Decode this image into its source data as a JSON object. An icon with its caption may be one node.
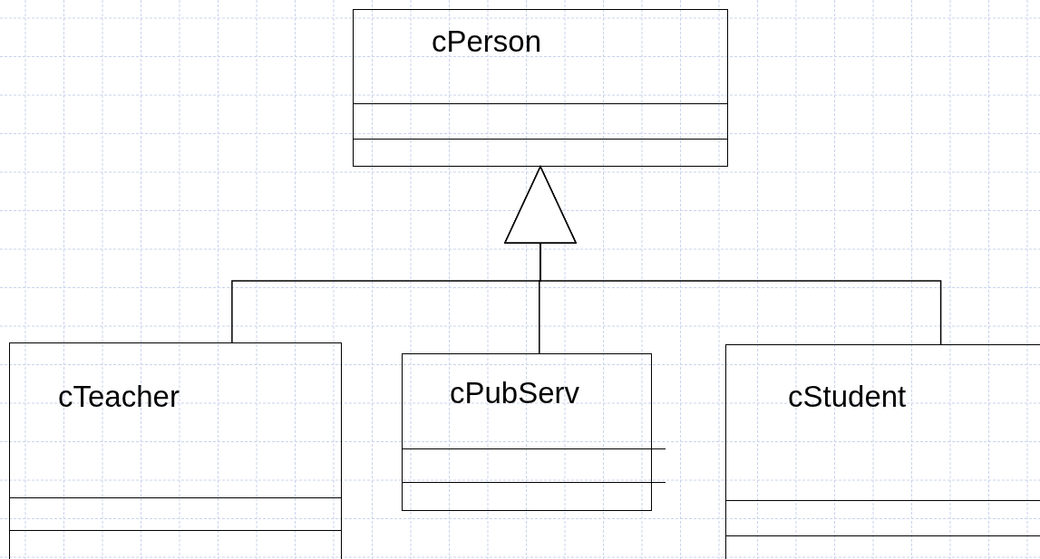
{
  "diagram": {
    "nodes": [
      {
        "text": [
          "cPerson"
        ]
      },
      {
        "text": [
          "cTeacher"
        ]
      },
      {
        "text": [
          "cPubServ"
        ]
      },
      {
        "text": [
          "cStudent"
        ]
      }
    ],
    "edges": [
      {
        "from": 1,
        "to": 0,
        "arrow": "to"
      },
      {
        "from": 2,
        "to": 0,
        "arrow": "to"
      },
      {
        "from": 3,
        "to": 0,
        "arrow": "to"
      }
    ]
  }
}
